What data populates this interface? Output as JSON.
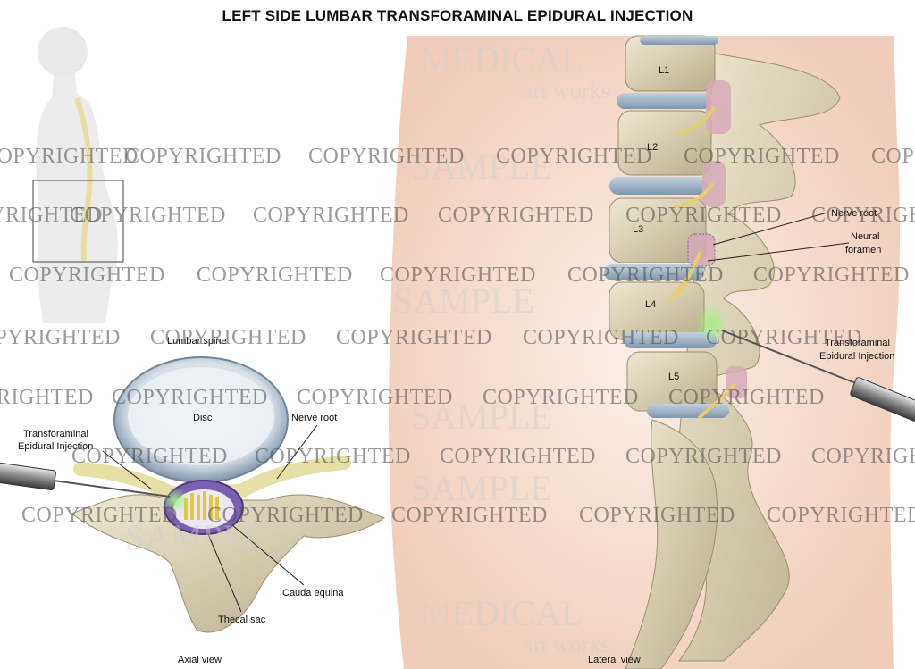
{
  "title": "LEFT SIDE LUMBAR TRANSFORAMINAL EPIDURAL INJECTION",
  "axial": {
    "heading": "Lumbar spine",
    "disc": "Disc",
    "nerve_root": "Nerve root",
    "injection_line1": "Transforaminal",
    "injection_line2": "Epidural Injection",
    "cauda_equina": "Cauda equina",
    "thecal_sac": "Thecal sac",
    "caption": "Axial view"
  },
  "lateral": {
    "vertebrae": [
      "L1",
      "L2",
      "L3",
      "L4",
      "L5"
    ],
    "nerve_root": "Nerve root",
    "neural_line1": "Neural",
    "neural_line2": "foramen",
    "injection_line1": "Transforaminal",
    "injection_line2": "Epidural Injection",
    "caption": "Lateral view"
  },
  "watermark": {
    "copyright": "COPYRIGHTED",
    "sample": "SAMPLE",
    "brand_line1": "MEDICAL",
    "brand_line2": "art works"
  },
  "colors": {
    "bone": "#d8ceb0",
    "disc": "#9fb2c4",
    "nerve": "#e6cf6a",
    "highlight": "#8fe07a",
    "skin": "#f1d3c0"
  }
}
